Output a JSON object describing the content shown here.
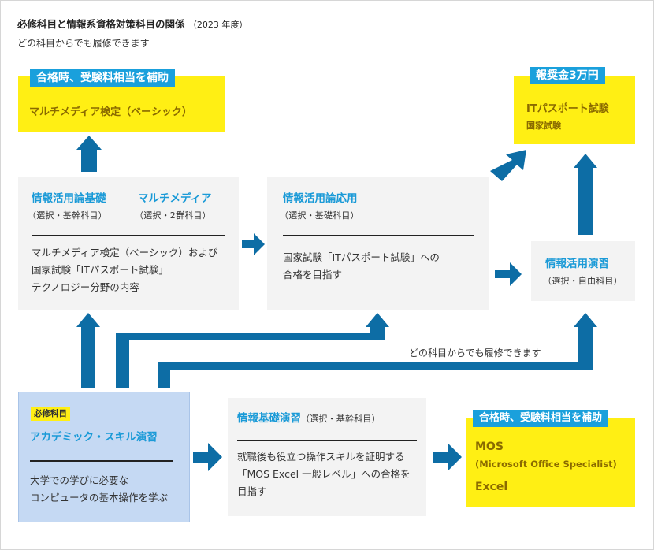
{
  "header": {
    "title": "必修科目と情報系資格対策科目の関係",
    "year": "（2023 年度）",
    "subtitle": "どの科目からでも履修できます"
  },
  "top_left": {
    "tag": "合格時、受験料相当を補助",
    "cert": "マルチメディア検定（ベーシック）"
  },
  "top_right": {
    "tag": "報奨金3万円",
    "cert": "ITパスポート試験",
    "cert_sub": "国家試験"
  },
  "basics": {
    "course1": "情報活用論基礎",
    "course1_sub": "（選択・基幹科目）",
    "course2": "マルチメディア",
    "course2_sub": "（選択・2群科目）",
    "lines": [
      "マルチメディア検定（ベーシック）および",
      "国家試験「ITパスポート試験」",
      "テクノロジー分野の内容"
    ]
  },
  "applied": {
    "course": "情報活用論応用",
    "course_sub": "（選択・基礎科目）",
    "lines": [
      "国家試験「ITパスポート試験」への",
      "合格を目指す"
    ]
  },
  "practice": {
    "course": "情報活用演習",
    "course_sub": "（選択・自由科目）"
  },
  "any_course_note": "どの科目からでも履修できます",
  "required": {
    "badge": "必修科目",
    "course": "アカデミック・スキル演習",
    "lines": [
      "大学での学びに必要な",
      "コンピュータの基本操作を学ぶ"
    ]
  },
  "info_basic": {
    "course": "情報基礎演習",
    "course_sub": "（選択・基幹科目）",
    "lines": [
      "就職後も役立つ操作スキルを証明する",
      "「MOS Excel 一般レベル」への合格を",
      "目指す"
    ]
  },
  "mos": {
    "tag": "合格時、受験料相当を補助",
    "title": "MOS",
    "full": "(Microsoft Office Specialist)",
    "excel": "Excel"
  },
  "colors": {
    "arrow": "#0d6da5",
    "accent": "#1a9ad7",
    "highlight": "#ffef14",
    "required_bg": "#c5d9f3",
    "panel": "#f3f3f3"
  }
}
